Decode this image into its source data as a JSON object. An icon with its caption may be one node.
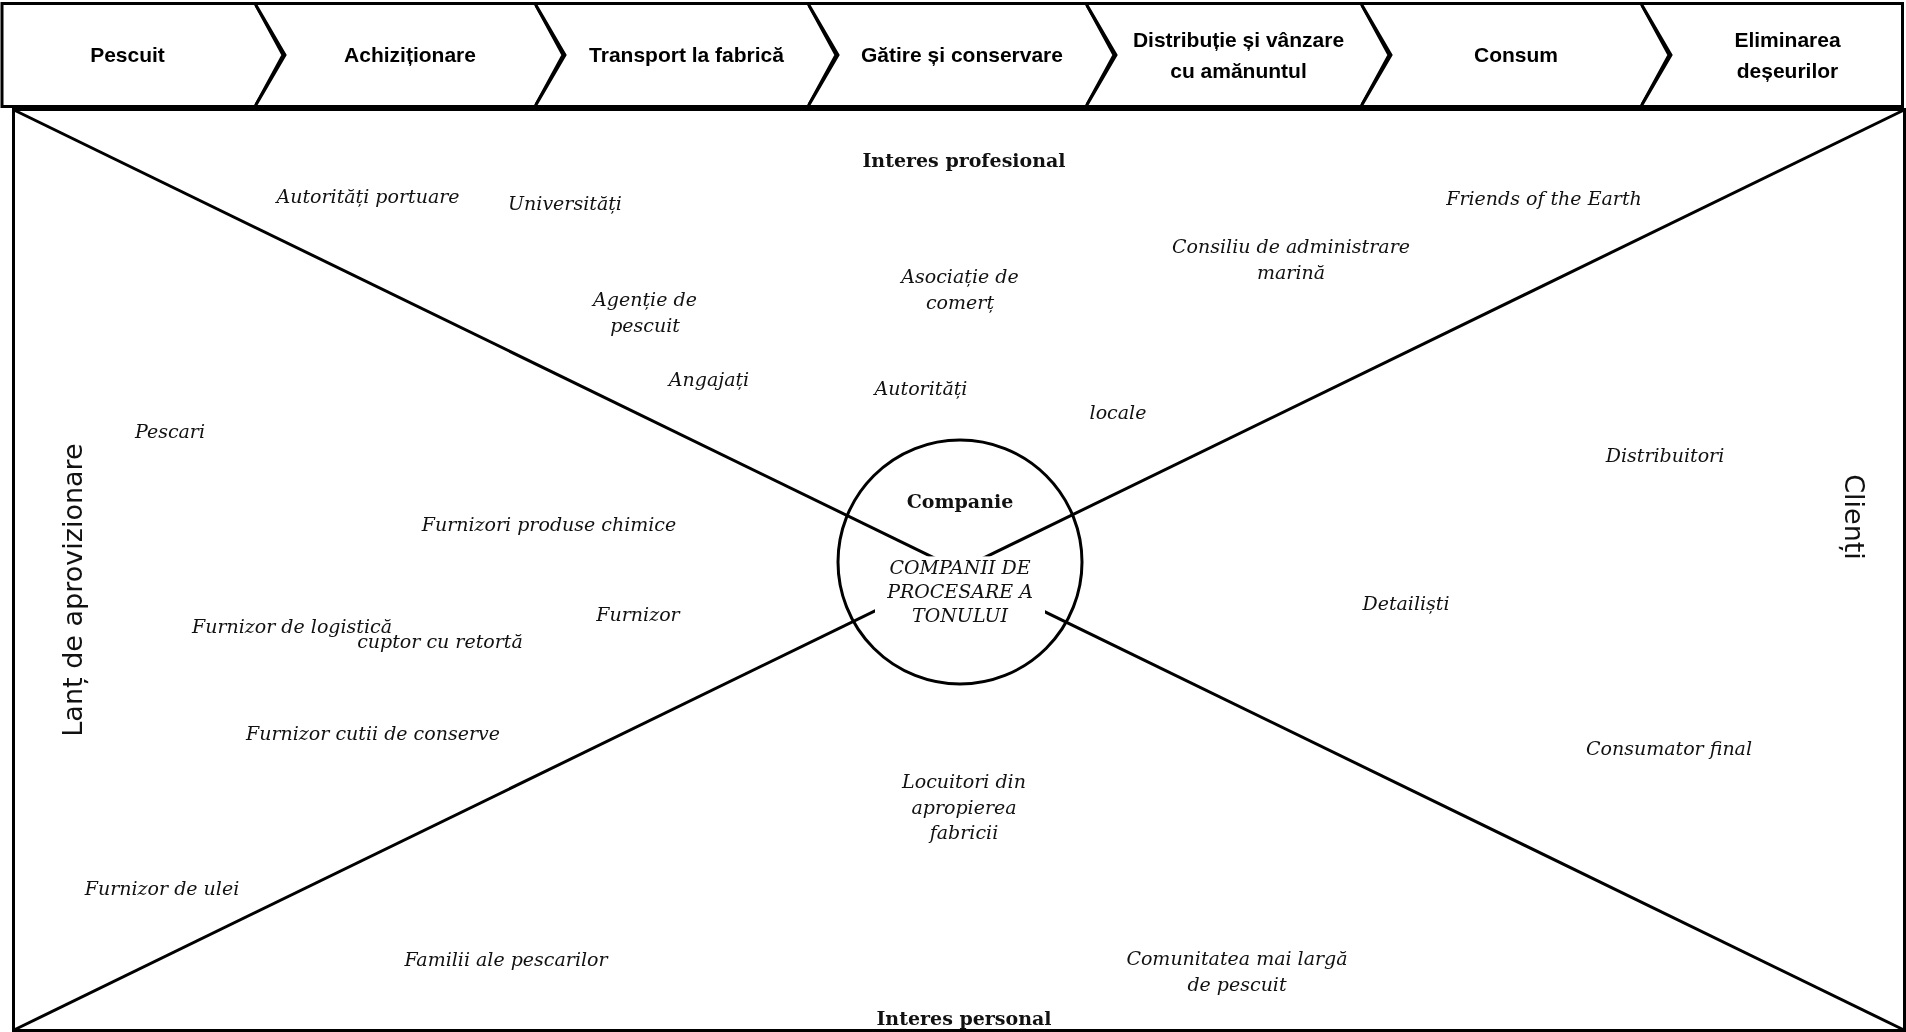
{
  "diagram": {
    "nodes": [
      {
        "text": [
          "Pescuit"
        ]
      },
      {
        "text": [
          "Achiziționare"
        ]
      },
      {
        "text": [
          "Transport la fabrică"
        ]
      },
      {
        "text": [
          "Gătire și conservare"
        ]
      },
      {
        "text": [
          "Distribuție și vânzare cu amănuntul"
        ]
      },
      {
        "text": [
          "Consum"
        ]
      },
      {
        "text": [
          "Eliminarea deșeurilor"
        ]
      },
      {
        "text": [
          "Companie",
          "COMPANII DE PROCESARE A TONULUI"
        ]
      }
    ],
    "edges": [],
    "labels": [
      "Interes profesional",
      "Autorități portuare",
      "Universități",
      "Friends of the Earth",
      "Consiliu de administrare marină",
      "Agenție de pescuit",
      "Asociație de comerț",
      "Angajați",
      "Autorități",
      "locale",
      "Pescari",
      "Distribuitori",
      "Furnizori produse chimice",
      "Detailiști",
      "Furnizor de logistică",
      "cuptor cu retortă",
      "Furnizor",
      "Furnizor cutii de conserve",
      "Consumator final",
      "Locuitori din apropierea fabricii",
      "Furnizor de ulei",
      "Familii ale pescarilor",
      "Comunitatea mai largă de pescuit",
      "Interes personal",
      "Lanț de aprovizionare",
      "Clienți"
    ]
  }
}
